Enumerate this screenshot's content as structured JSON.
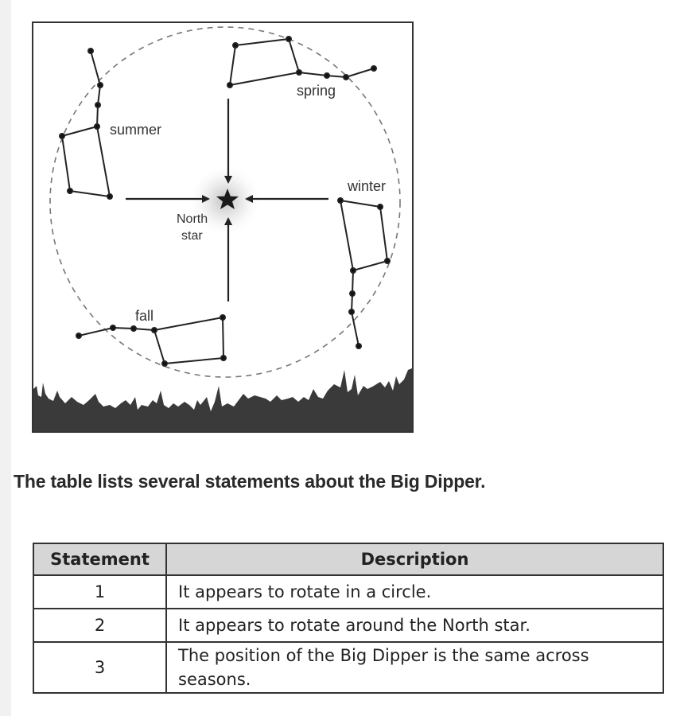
{
  "diagram": {
    "labels": {
      "spring": "spring",
      "summer": "summer",
      "winter": "winter",
      "fall": "fall",
      "north_star_line1": "North",
      "north_star_line2": "star"
    },
    "colors": {
      "lines": "#222222",
      "orbit": "#777777",
      "ground": "#3a3a3a"
    }
  },
  "prompt": "The table lists several statements about the Big Dipper.",
  "table": {
    "headers": [
      "Statement",
      "Description"
    ],
    "rows": [
      {
        "statement": "1",
        "description": "It appears to rotate in a circle."
      },
      {
        "statement": "2",
        "description": "It appears to rotate around the North star."
      },
      {
        "statement": "3",
        "description": "The position of the Big Dipper is the same across seasons."
      }
    ]
  }
}
